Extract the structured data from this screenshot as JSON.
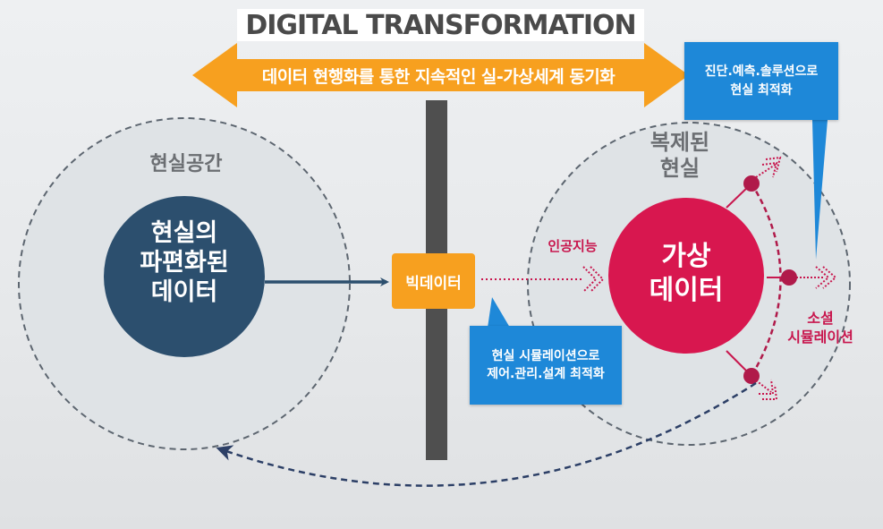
{
  "title": "DIGITAL TRANSFORMATION",
  "banner_text": "데이터 현행화를 통한 지속적인 실-가상세계 동기화",
  "left_space": {
    "label": "현실공간",
    "circle_lines": [
      "현실의",
      "파편화된",
      "데이터"
    ]
  },
  "center": {
    "big_data_label": "빅데이터"
  },
  "right_space": {
    "label_lines": [
      "복제된",
      "현실"
    ],
    "circle_lines": [
      "가상",
      "데이터"
    ],
    "ai_label": "인공지능",
    "social_lines": [
      "소셜",
      "시뮬레이션"
    ]
  },
  "callout_top": {
    "lines": [
      "진단.예측.솔루션으로",
      "현실 최적화"
    ]
  },
  "callout_bottom": {
    "lines": [
      "현실 시뮬레이션으로",
      "제어.관리.설계 최적화"
    ]
  },
  "colors": {
    "orange": "#f7a01f",
    "navy": "#2c4f6e",
    "crimson": "#c8174e",
    "blue": "#1e88d8",
    "divider": "#4f4f4f"
  }
}
